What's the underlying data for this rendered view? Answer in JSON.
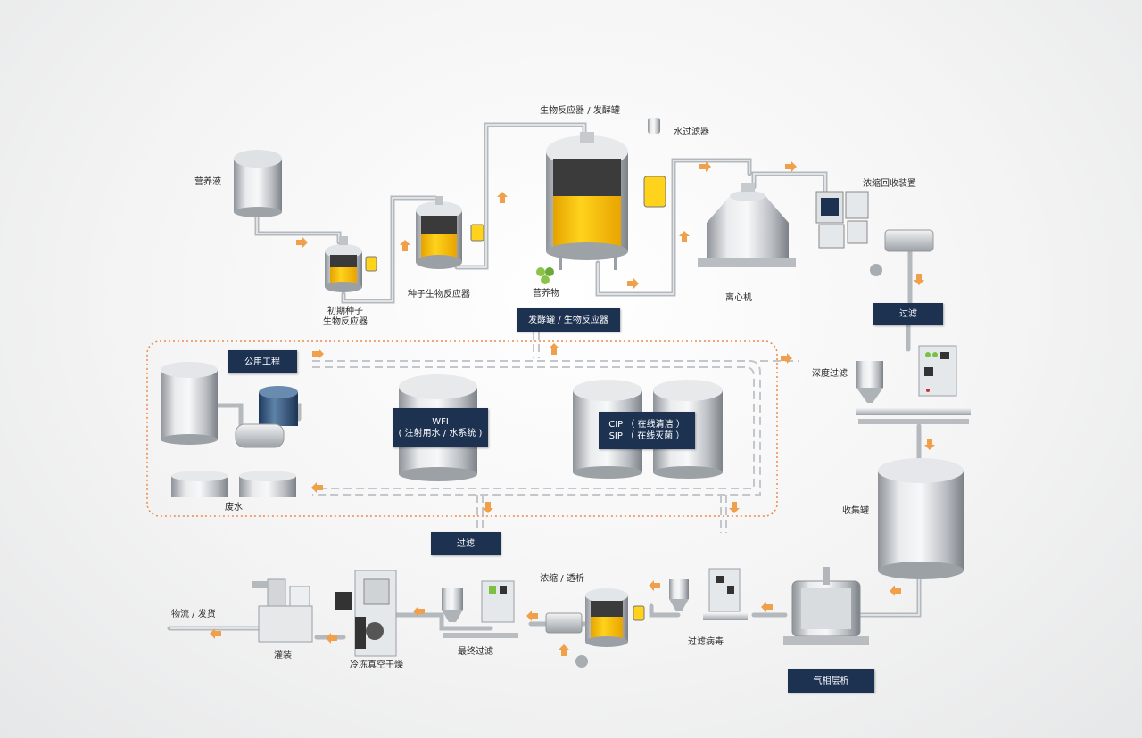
{
  "labels": {
    "nutrient_solution": "营养液",
    "seed_reactor_initial": [
      "初期种子",
      "生物反应器"
    ],
    "seed_reactor": "种子生物反应器",
    "bioreactor_fermenter": "生物反应器 / 发酵罐",
    "water_filter": "水过滤器",
    "nutrients": "营养物",
    "centrifuge": "离心机",
    "concentrate_recovery": "浓缩回收装置",
    "deep_filtration": "深度过滤",
    "collection_tank": "收集罐",
    "waste_water": "废水",
    "gas_phase": "气相层析",
    "virus_filtration": "过滤病毒",
    "concentration_dialysis": "浓缩 / 透析",
    "final_filtration": "最终过滤",
    "freeze_dryer": "冷冻真空干燥",
    "filling": "灌装",
    "logistics": "物流 / 发货"
  },
  "boxes": {
    "fermenter_bioreactor": "发酵罐 / 生物反应器",
    "public_engineering": "公用工程",
    "wfi": [
      "WFI",
      "( 注射用水 / 水系统 )"
    ],
    "cip_sip": [
      "CIP （ 在线清洁 ）",
      "SIP （ 在线灭菌 ）"
    ],
    "filter_top": "过滤",
    "filter_bottom": "过滤",
    "gas_phase_box": "气相层析"
  },
  "colors": {
    "navy_box": "#1d3150",
    "arrow_orange": "#f0a04b",
    "liquid_yellow": "#f7c51e",
    "utility_border": "#f08a4b",
    "steel": "#c8ccd0"
  }
}
